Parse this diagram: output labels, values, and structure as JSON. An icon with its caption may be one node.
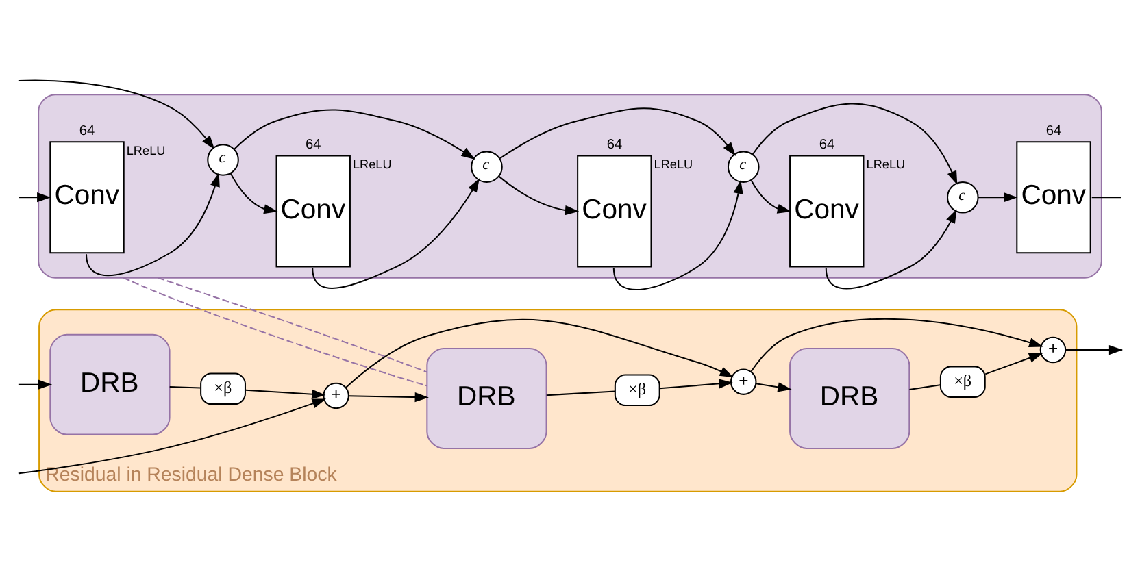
{
  "diagram": {
    "nodes": [
      {
        "text": [],
        "shape": "box"
      },
      {
        "text": [
          "Conv"
        ],
        "in": 0,
        "beside": [
          "64",
          "LReLU"
        ]
      },
      {
        "text": [
          "c"
        ],
        "in": 0
      },
      {
        "text": [
          "Conv"
        ],
        "in": 0,
        "beside": [
          "64",
          "LReLU"
        ]
      },
      {
        "text": [
          "c"
        ],
        "in": 0
      },
      {
        "text": [
          "Conv"
        ],
        "in": 0,
        "beside": [
          "64",
          "LReLU"
        ]
      },
      {
        "text": [
          "c"
        ],
        "in": 0
      },
      {
        "text": [
          "Conv"
        ],
        "in": 0,
        "beside": [
          "64",
          "LReLU"
        ]
      },
      {
        "text": [
          "c"
        ],
        "in": 0
      },
      {
        "text": [
          "Conv"
        ],
        "in": 0,
        "beside": [
          "64"
        ]
      },
      {
        "text": [
          "Residual in Residual Dense Block"
        ]
      },
      {
        "text": [
          "DRB"
        ],
        "in": 10
      },
      {
        "text": [
          "×β"
        ],
        "in": 10
      },
      {
        "text": [
          "+"
        ],
        "in": 10
      },
      {
        "text": [
          "DRB"
        ],
        "in": 10
      },
      {
        "text": [
          "×β"
        ],
        "in": 10
      },
      {
        "text": [
          "+"
        ],
        "in": 10
      },
      {
        "text": [
          "DRB"
        ],
        "in": 10
      },
      {
        "text": [
          "×β"
        ],
        "in": 10
      },
      {
        "text": [
          "+"
        ],
        "in": 10
      }
    ],
    "edges": [
      {
        "from": null,
        "to": 1,
        "arrow": "to"
      },
      {
        "from": null,
        "to": 2,
        "arrow": "to"
      },
      {
        "from": 1,
        "to": 2,
        "arrow": "to"
      },
      {
        "from": 2,
        "to": 3,
        "arrow": "to"
      },
      {
        "from": 2,
        "to": 4,
        "arrow": "to"
      },
      {
        "from": 3,
        "to": 4,
        "arrow": "to"
      },
      {
        "from": 4,
        "to": 5,
        "arrow": "to"
      },
      {
        "from": 4,
        "to": 6,
        "arrow": "to"
      },
      {
        "from": 5,
        "to": 6,
        "arrow": "to"
      },
      {
        "from": 6,
        "to": 7,
        "arrow": "to"
      },
      {
        "from": 6,
        "to": 8,
        "arrow": "to"
      },
      {
        "from": 7,
        "to": 8,
        "arrow": "to"
      },
      {
        "from": 8,
        "to": 9,
        "arrow": "to"
      },
      {
        "from": 9,
        "to": null,
        "arrow": "none"
      },
      {
        "from": null,
        "to": 11,
        "arrow": "to"
      },
      {
        "from": null,
        "to": 13,
        "arrow": "to"
      },
      {
        "from": 11,
        "to": 12,
        "arrow": "none"
      },
      {
        "from": 12,
        "to": 13,
        "arrow": "to"
      },
      {
        "from": 13,
        "to": 14,
        "arrow": "to"
      },
      {
        "from": 13,
        "to": 16,
        "arrow": "to"
      },
      {
        "from": 14,
        "to": 15,
        "arrow": "none"
      },
      {
        "from": 15,
        "to": 16,
        "arrow": "to"
      },
      {
        "from": 16,
        "to": 17,
        "arrow": "to"
      },
      {
        "from": 16,
        "to": 19,
        "arrow": "to"
      },
      {
        "from": 17,
        "to": 18,
        "arrow": "none"
      },
      {
        "from": 18,
        "to": 19,
        "arrow": "to"
      },
      {
        "from": 19,
        "to": null,
        "arrow": "to"
      },
      {
        "from": 0,
        "to": 14,
        "arrow": "none",
        "style": "dashed",
        "color": "#9673a6"
      },
      {
        "from": 0,
        "to": 14,
        "arrow": "none",
        "style": "dashed",
        "color": "#9673a6"
      }
    ]
  }
}
